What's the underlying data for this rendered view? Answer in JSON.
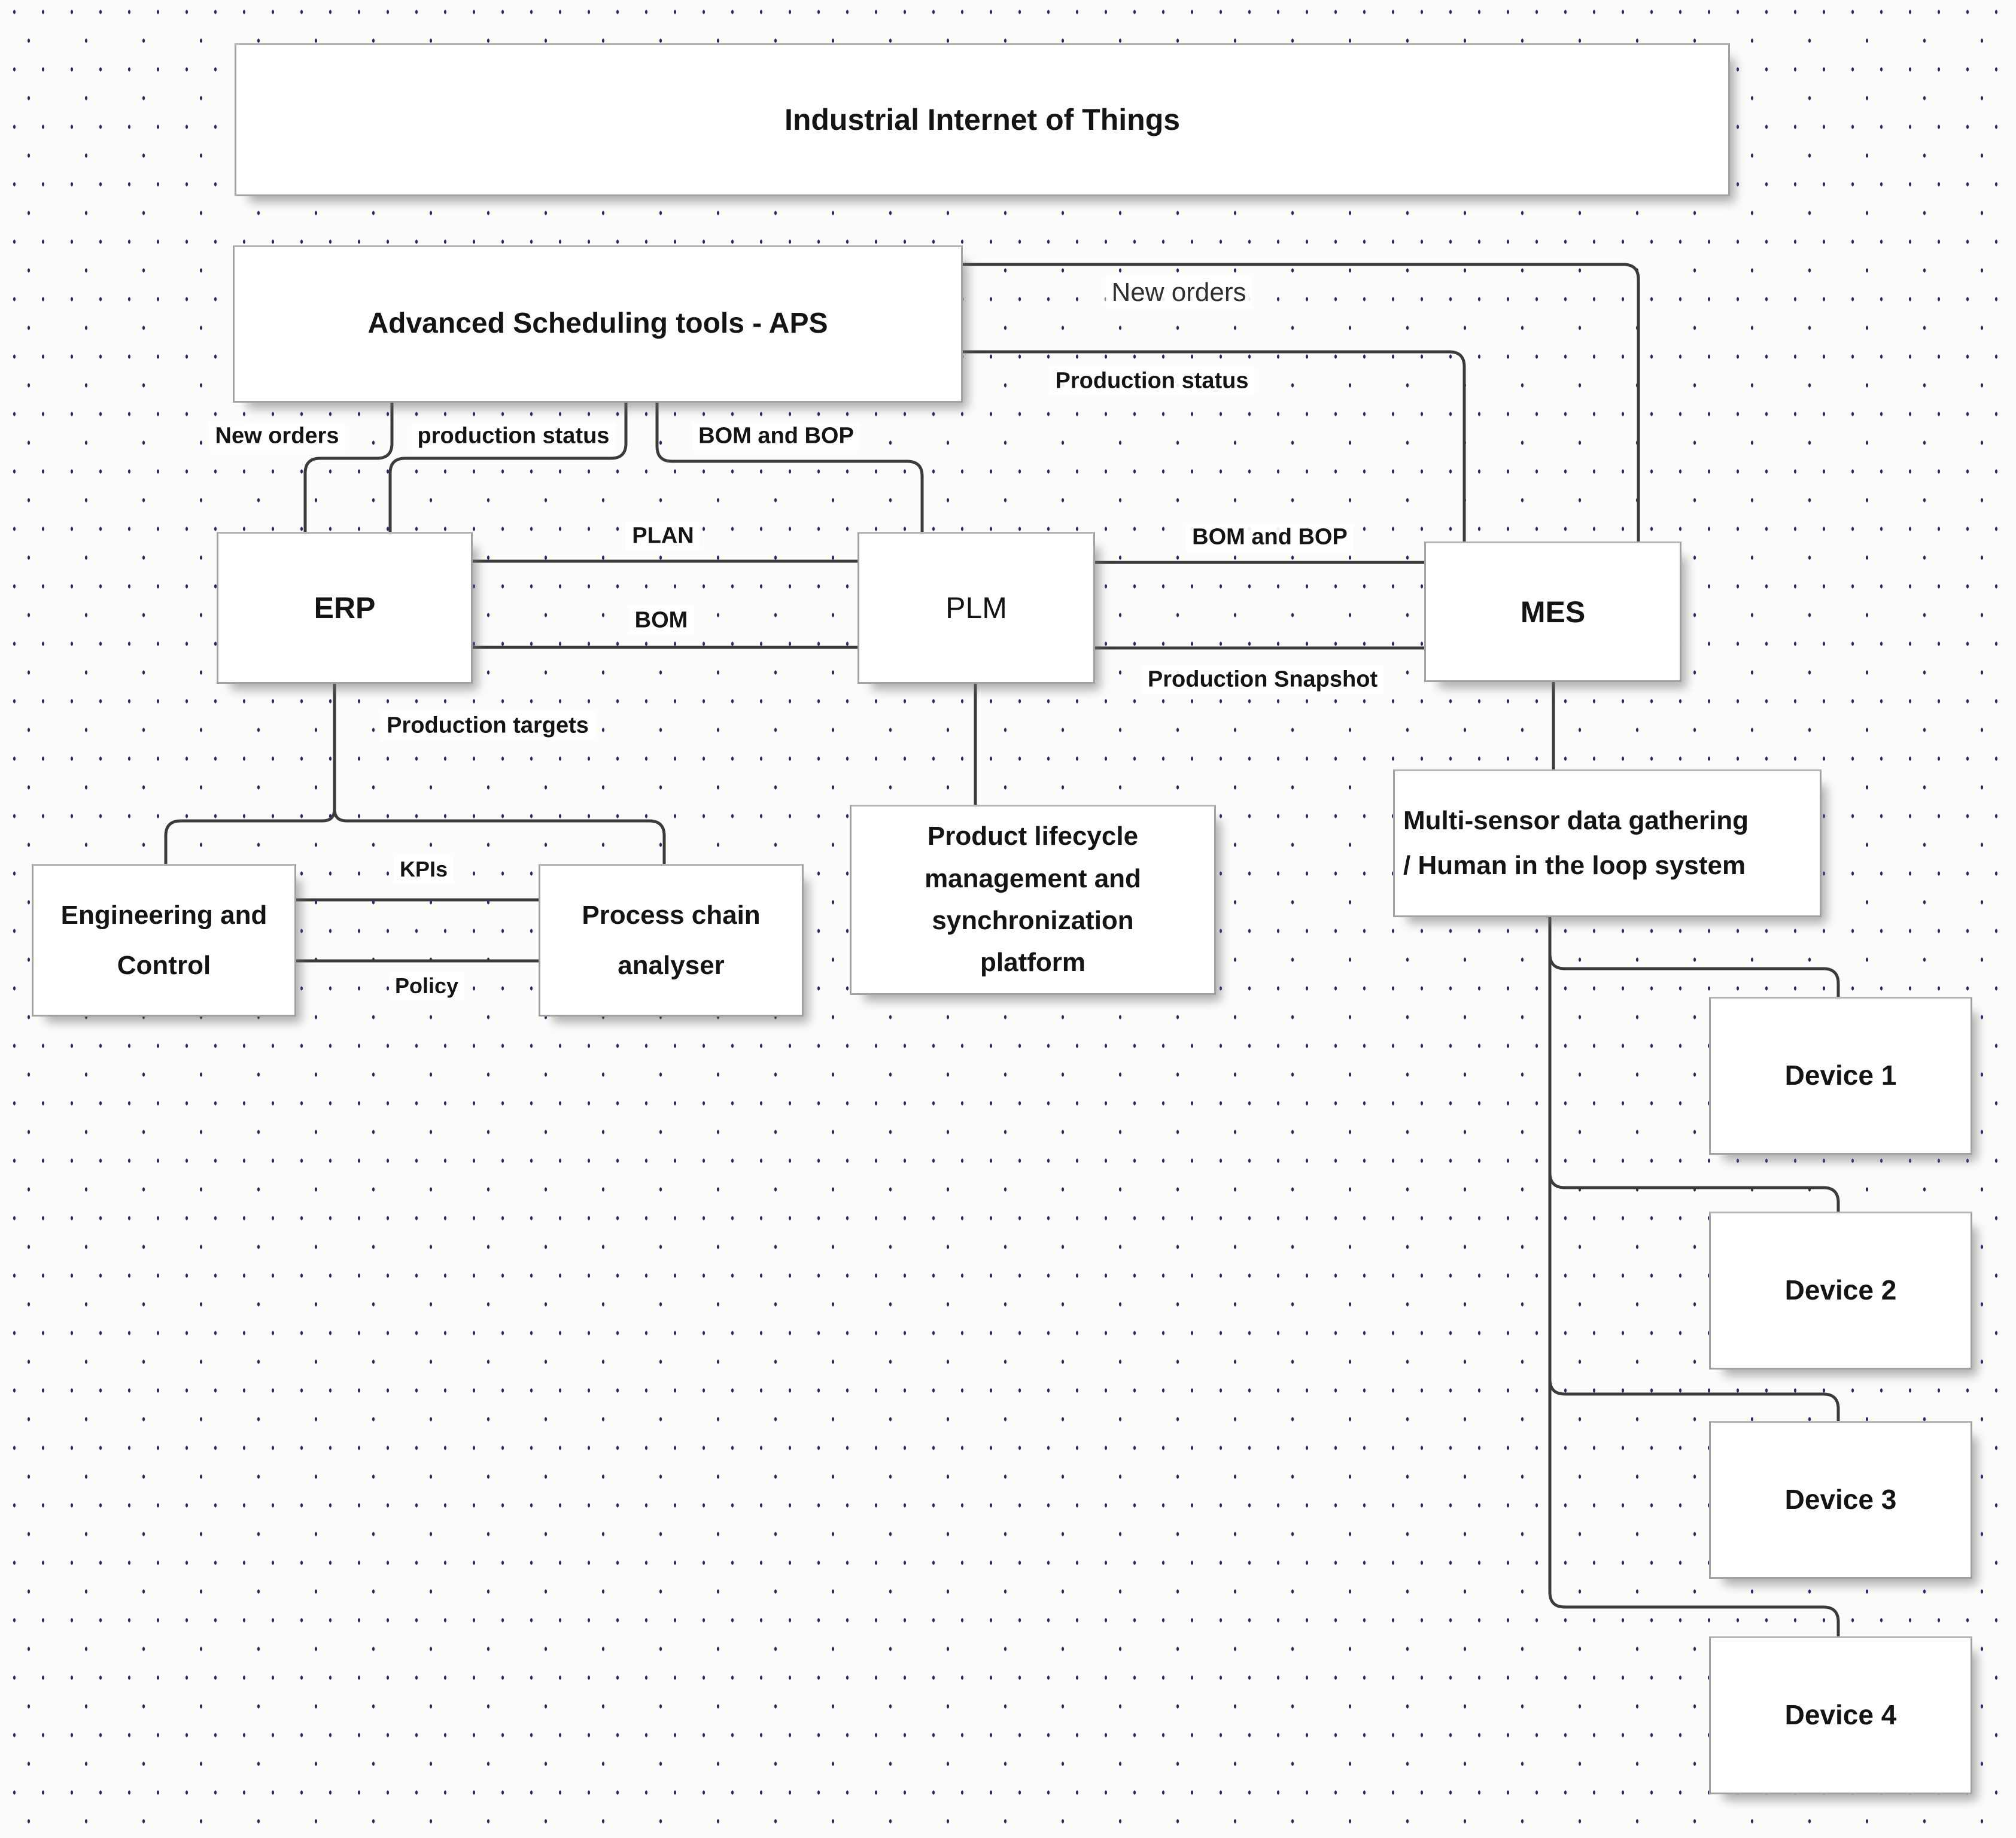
{
  "nodes": {
    "iiot": "Industrial Internet of Things",
    "aps": "Advanced Scheduling tools - APS",
    "erp": "ERP",
    "plm": "PLM",
    "mes": "MES",
    "engineering_control": "Engineering and\nControl",
    "process_chain": "Process chain\nanalyser",
    "plm_platform": "Product lifecycle\nmanagement and\nsynchronization\nplatform",
    "multi_sensor": "Multi-sensor data gathering\n/ Human in the loop system",
    "device1": "Device 1",
    "device2": "Device 2",
    "device3": "Device 3",
    "device4": "Device 4"
  },
  "edge_labels": {
    "new_orders_aps_mes": "New orders",
    "production_status_aps_mes": "Production status",
    "bom_bop_plm_mes": "BOM and BOP",
    "production_snapshot": "Production Snapshot",
    "new_orders_aps_erp": "New orders",
    "production_status_aps_erp": "production status",
    "bom_bop_aps_plm": "BOM and BOP",
    "plan": "PLAN",
    "bom": "BOM",
    "production_targets": "Production targets",
    "kpis": "KPIs",
    "policy": "Policy"
  },
  "colors": {
    "connector": "#3b3b3b",
    "box_border": "#a2a2a2",
    "box_fill": "#ffffff",
    "text": "#141414",
    "grid_dot": "#23236b",
    "background": "#fcfcfa"
  }
}
